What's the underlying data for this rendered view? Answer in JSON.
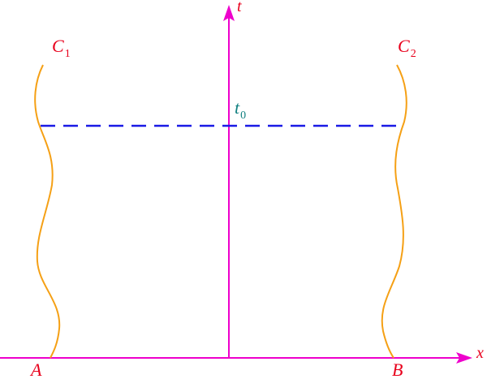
{
  "axes": {
    "x_label": "x",
    "t_label": "t"
  },
  "curves": {
    "left": {
      "name": "C",
      "subscript": "1"
    },
    "right": {
      "name": "C",
      "subscript": "2"
    }
  },
  "points": {
    "left": "A",
    "right": "B"
  },
  "time_line": {
    "name": "t",
    "subscript": "0"
  },
  "colors": {
    "axis": "#ee00cc",
    "curve": "#f5a015",
    "dashed_line": "#1a1ae6",
    "label_red": "#e8001c",
    "label_teal": "#118080"
  }
}
